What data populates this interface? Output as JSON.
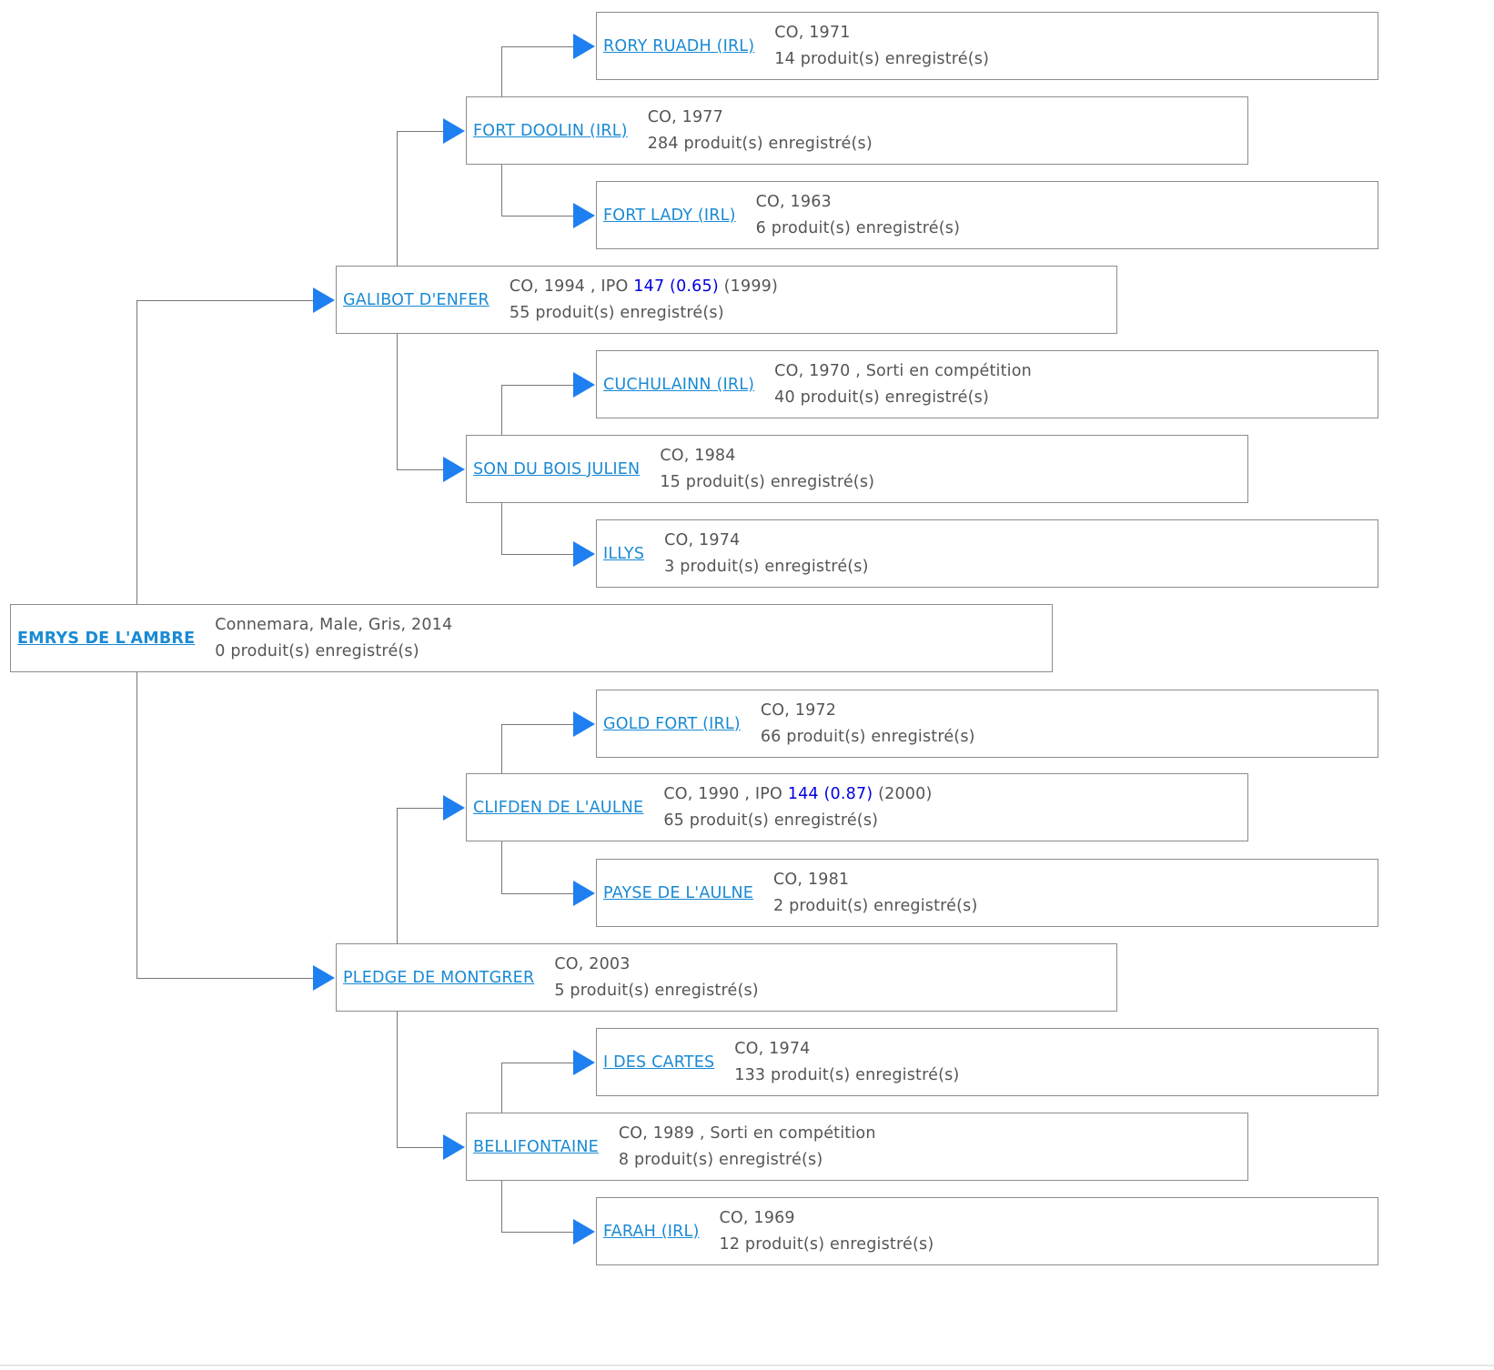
{
  "pedigree": {
    "nodes": [
      {
        "id": "n0",
        "name": "EMRYS DE L'AMBRE",
        "root": true,
        "line1": "Connemara, Male, Gris, 2014",
        "line2": "0 produit(s) enregistré(s)"
      },
      {
        "id": "n1",
        "name": "GALIBOT D'ENFER",
        "line1": "CO, 1994 , IPO ",
        "ipo": "147 (0.65)",
        "line1b": " (1999)",
        "line2": "55 produit(s) enregistré(s)"
      },
      {
        "id": "n2",
        "name": "PLEDGE DE MONTGRER",
        "line1": "CO, 2003",
        "line2": "5 produit(s) enregistré(s)"
      },
      {
        "id": "n3",
        "name": "FORT DOOLIN (IRL)",
        "line1": "CO, 1977",
        "line2": "284 produit(s) enregistré(s)"
      },
      {
        "id": "n4",
        "name": "SON DU BOIS JULIEN",
        "line1": "CO, 1984",
        "line2": "15 produit(s) enregistré(s)"
      },
      {
        "id": "n5",
        "name": "CLIFDEN DE L'AULNE",
        "line1": "CO, 1990 , IPO ",
        "ipo": "144 (0.87)",
        "line1b": " (2000)",
        "line2": "65 produit(s) enregistré(s)"
      },
      {
        "id": "n6",
        "name": "BELLIFONTAINE",
        "line1": "CO, 1989 , Sorti en compétition",
        "line2": "8 produit(s) enregistré(s)"
      },
      {
        "id": "n7",
        "name": "RORY RUADH (IRL)",
        "line1": "CO, 1971",
        "line2": "14 produit(s) enregistré(s)"
      },
      {
        "id": "n8",
        "name": "FORT LADY (IRL)",
        "line1": "CO, 1963",
        "line2": "6 produit(s) enregistré(s)"
      },
      {
        "id": "n9",
        "name": "CUCHULAINN (IRL)",
        "line1": "CO, 1970 , Sorti en compétition",
        "line2": "40 produit(s) enregistré(s)"
      },
      {
        "id": "n10",
        "name": "ILLYS",
        "line1": "CO, 1974",
        "line2": "3 produit(s) enregistré(s)"
      },
      {
        "id": "n11",
        "name": "GOLD FORT (IRL)",
        "line1": "CO, 1972",
        "line2": "66 produit(s) enregistré(s)"
      },
      {
        "id": "n12",
        "name": "PAYSE DE L'AULNE",
        "line1": "CO, 1981",
        "line2": "2 produit(s) enregistré(s)"
      },
      {
        "id": "n13",
        "name": "I DES CARTES",
        "line1": "CO, 1974",
        "line2": "133 produit(s) enregistré(s)"
      },
      {
        "id": "n14",
        "name": "FARAH (IRL)",
        "line1": "CO, 1969",
        "line2": "12 produit(s) enregistré(s)"
      }
    ],
    "edges": [
      [
        "n0",
        "n1"
      ],
      [
        "n0",
        "n2"
      ],
      [
        "n1",
        "n3"
      ],
      [
        "n1",
        "n4"
      ],
      [
        "n2",
        "n5"
      ],
      [
        "n2",
        "n6"
      ],
      [
        "n3",
        "n7"
      ],
      [
        "n3",
        "n8"
      ],
      [
        "n4",
        "n9"
      ],
      [
        "n4",
        "n10"
      ],
      [
        "n5",
        "n11"
      ],
      [
        "n5",
        "n12"
      ],
      [
        "n6",
        "n13"
      ],
      [
        "n6",
        "n14"
      ]
    ]
  },
  "colors": {
    "link": "#1a8ad4",
    "arrow": "#1e7ff0",
    "ipo": "#0000e0",
    "text": "#555555",
    "border": "#8c8c8c"
  }
}
